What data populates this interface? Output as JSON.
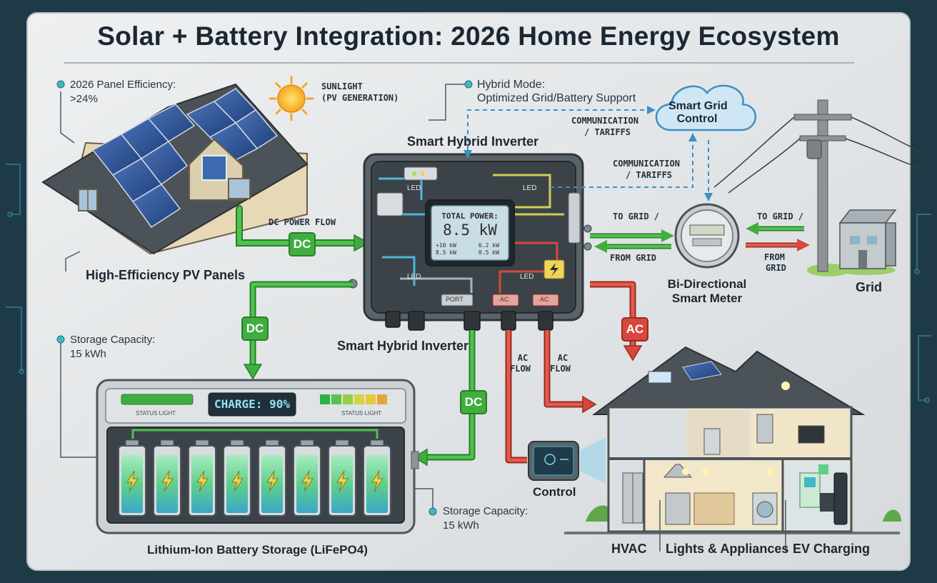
{
  "title": "Solar + Battery Integration: 2026 Home Energy Ecosystem",
  "panel_efficiency": {
    "label": "2026 Panel Efficiency:",
    "value": ">24%"
  },
  "sunlight": {
    "line1": "SUNLIGHT",
    "line2": "(PV GENERATION)"
  },
  "hybrid_mode": {
    "line1": "Hybrid Mode:",
    "line2": "Optimized Grid/Battery Support"
  },
  "smart_grid": {
    "line1": "Smart Grid",
    "line2": "Control"
  },
  "comm1": {
    "line1": "COMMUNICATION",
    "line2": "/ TARIFFS"
  },
  "comm2": {
    "line1": "COMMUNICATION",
    "line2": "/ TARIFFS"
  },
  "inverter": {
    "title_top": "Smart Hybrid Inverter",
    "title_bottom": "Smart Hybrid Inverter",
    "display_label": "TOTAL POWER:",
    "display_value": "8.5 kW",
    "display_sub_left": "+10 kW\n8.5 kW",
    "display_sub_right": "6.2 kW\n0.5 kW",
    "led_labels": [
      "LED",
      "LED",
      "LED",
      "LED"
    ],
    "port_labels": [
      "PORT",
      "AC",
      "AC"
    ]
  },
  "pv_panels_label": "High-Efficiency PV Panels",
  "dc_power_flow": "DC POWER FLOW",
  "dc_tag": "DC",
  "dc_tag_left": "DC",
  "dc_tag_battery": "DC",
  "ac_tag": "AC",
  "to_grid_left": "TO GRID /",
  "from_grid_left": "FROM GRID",
  "to_grid_right": "TO GRID /",
  "from_grid_right": {
    "line1": "FROM",
    "line2": "GRID"
  },
  "meter_label": {
    "line1": "Bi-Directional",
    "line2": "Smart Meter"
  },
  "grid_label": "Grid",
  "storage_top": {
    "label": "Storage Capacity:",
    "value": "15 kWh"
  },
  "storage_bottom": {
    "label": "Storage Capacity:",
    "value": "15 kWh"
  },
  "battery": {
    "charge_text": "CHARGE: 90%",
    "charge_percent": 90,
    "status_left": "STATUS LIGHT",
    "status_right": "STATUS LIGHT",
    "label": "Lithium-Ion Battery Storage (LiFePO4)",
    "cell_count": 8
  },
  "ac_flow_1": {
    "line1": "AC",
    "line2": "FLOW"
  },
  "ac_flow_2": {
    "line1": "AC",
    "line2": "FLOW"
  },
  "control_label": "Control",
  "home_loads": [
    "HVAC",
    "Lights & Appliances",
    "EV Charging"
  ],
  "colors": {
    "dc": "#3fae3f",
    "ac": "#d9473c",
    "comm": "#3f8fc4",
    "background": "#1f3a47",
    "panel": "#e3e6e8"
  }
}
